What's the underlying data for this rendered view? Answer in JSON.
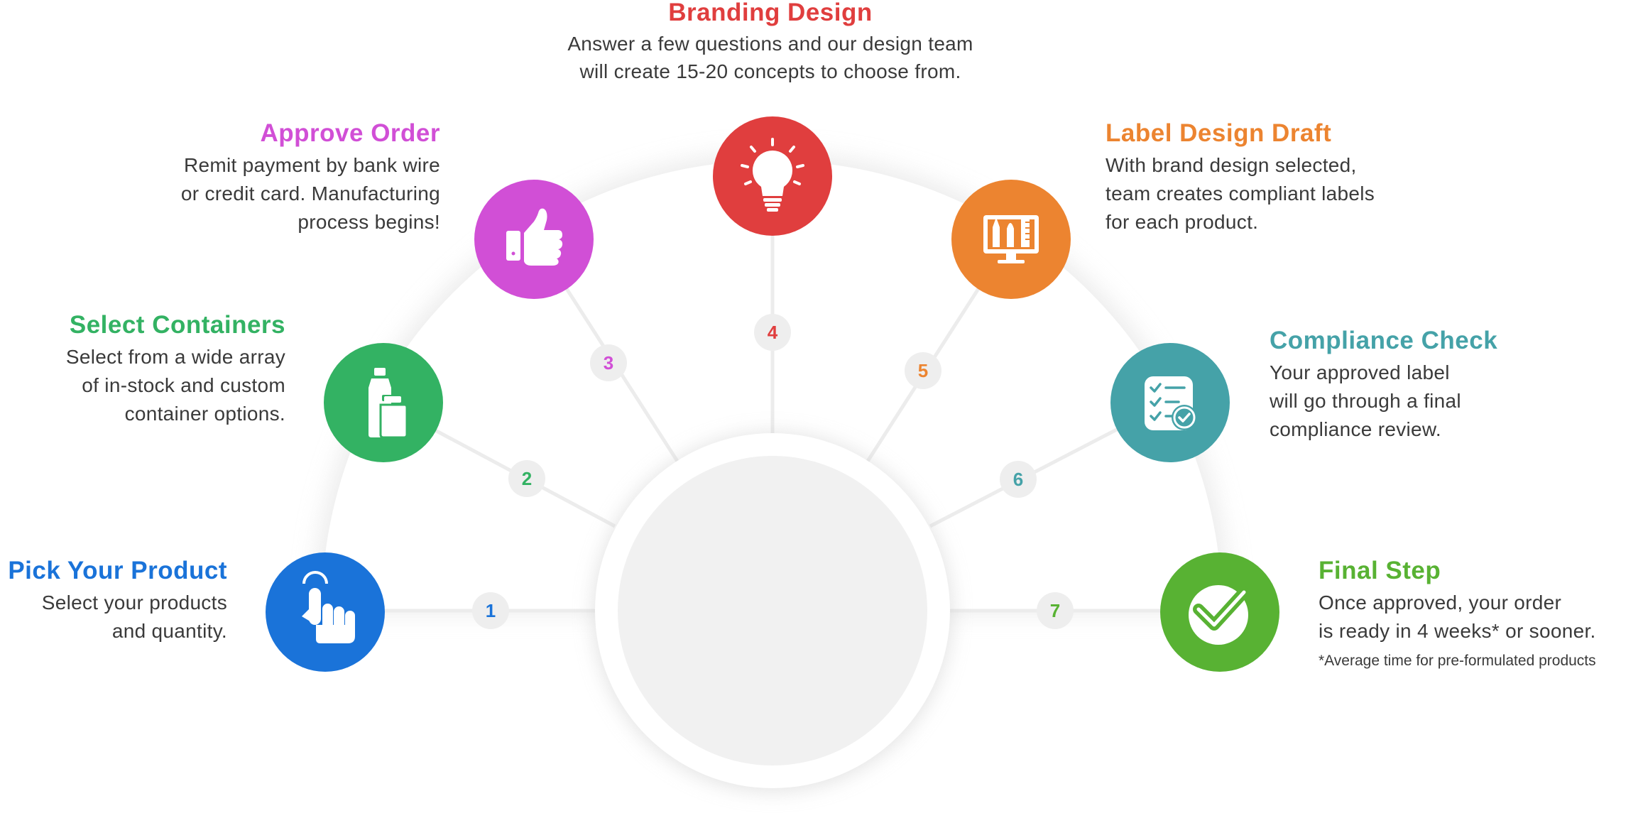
{
  "colors": {
    "step1": "#1a73d9",
    "step2": "#33b263",
    "step3": "#d14fd6",
    "step4": "#e03e3e",
    "step5": "#ec8430",
    "step6": "#45a2a8",
    "step7": "#58b233"
  },
  "steps": [
    {
      "number": "1",
      "title": "Pick Your Product",
      "desc": [
        "Select your products",
        "and quantity."
      ],
      "icon": "pointing-hand-icon"
    },
    {
      "number": "2",
      "title": "Select Containers",
      "desc": [
        "Select from a wide array",
        "of in-stock and custom",
        "container options."
      ],
      "icon": "bottles-icon"
    },
    {
      "number": "3",
      "title": "Approve Order",
      "desc": [
        "Remit payment by bank wire",
        "or credit card. Manufacturing",
        "process begins!"
      ],
      "icon": "thumbs-up-icon"
    },
    {
      "number": "4",
      "title": "Branding Design",
      "desc": [
        "Answer a few questions and our design team",
        "will create 15-20 concepts to choose from."
      ],
      "icon": "lightbulb-icon"
    },
    {
      "number": "5",
      "title": "Label Design Draft",
      "desc": [
        "With brand design selected,",
        "team creates compliant labels",
        "for each product."
      ],
      "icon": "design-monitor-icon"
    },
    {
      "number": "6",
      "title": "Compliance Check",
      "desc": [
        "Your approved label",
        "will go through a final",
        "compliance review."
      ],
      "icon": "checklist-icon"
    },
    {
      "number": "7",
      "title": "Final Step",
      "desc": [
        "Once approved, your order",
        "is ready in 4 weeks* or sooner."
      ],
      "note": "*Average time for pre-formulated products",
      "icon": "checkmark-icon"
    }
  ]
}
